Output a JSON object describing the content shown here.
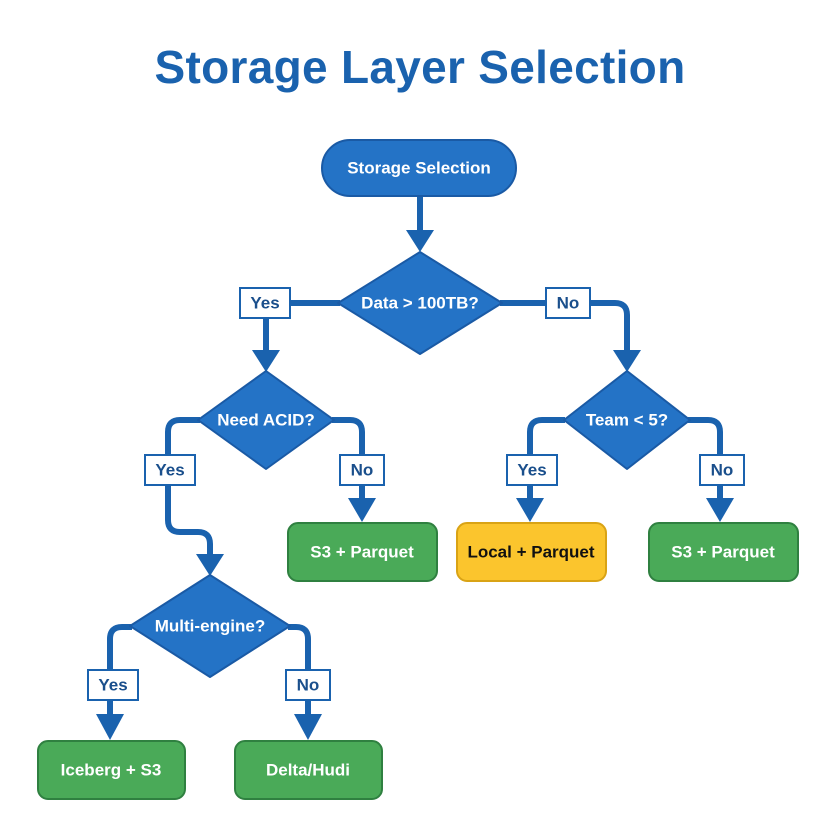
{
  "title": "Storage Layer Selection",
  "colors": {
    "title": "#1a62ae",
    "decision": "#2473c6",
    "decision_stroke": "#1a5aa5",
    "connector": "#1a62ae",
    "outcome_green": "#4aaa58",
    "outcome_green_stroke": "#2f8040",
    "outcome_yellow": "#fbc52d",
    "outcome_yellow_stroke": "#d9a315",
    "label_text": "#1a4f8c"
  },
  "nodes": {
    "start": {
      "label": "Storage Selection",
      "type": "terminal"
    },
    "q_data": {
      "label": "Data > 100TB?",
      "type": "decision"
    },
    "q_acid": {
      "label": "Need ACID?",
      "type": "decision"
    },
    "q_team": {
      "label": "Team < 5?",
      "type": "decision"
    },
    "q_multi": {
      "label": "Multi-engine?",
      "type": "decision"
    },
    "r_s3_parquet_1": {
      "label": "S3 + Parquet",
      "type": "outcome",
      "color": "green"
    },
    "r_local_parquet": {
      "label": "Local + Parquet",
      "type": "outcome",
      "color": "yellow"
    },
    "r_s3_parquet_2": {
      "label": "S3 + Parquet",
      "type": "outcome",
      "color": "green"
    },
    "r_iceberg": {
      "label": "Iceberg + S3",
      "type": "outcome",
      "color": "green"
    },
    "r_delta": {
      "label": "Delta/Hudi",
      "type": "outcome",
      "color": "green"
    }
  },
  "edges": [
    {
      "from": "start",
      "to": "q_data",
      "label": ""
    },
    {
      "from": "q_data",
      "to": "q_acid",
      "label": "Yes"
    },
    {
      "from": "q_data",
      "to": "q_team",
      "label": "No"
    },
    {
      "from": "q_acid",
      "to": "q_multi",
      "label": "Yes"
    },
    {
      "from": "q_acid",
      "to": "r_s3_parquet_1",
      "label": "No"
    },
    {
      "from": "q_team",
      "to": "r_local_parquet",
      "label": "Yes"
    },
    {
      "from": "q_team",
      "to": "r_s3_parquet_2",
      "label": "No"
    },
    {
      "from": "q_multi",
      "to": "r_iceberg",
      "label": "Yes"
    },
    {
      "from": "q_multi",
      "to": "r_delta",
      "label": "No"
    }
  ]
}
